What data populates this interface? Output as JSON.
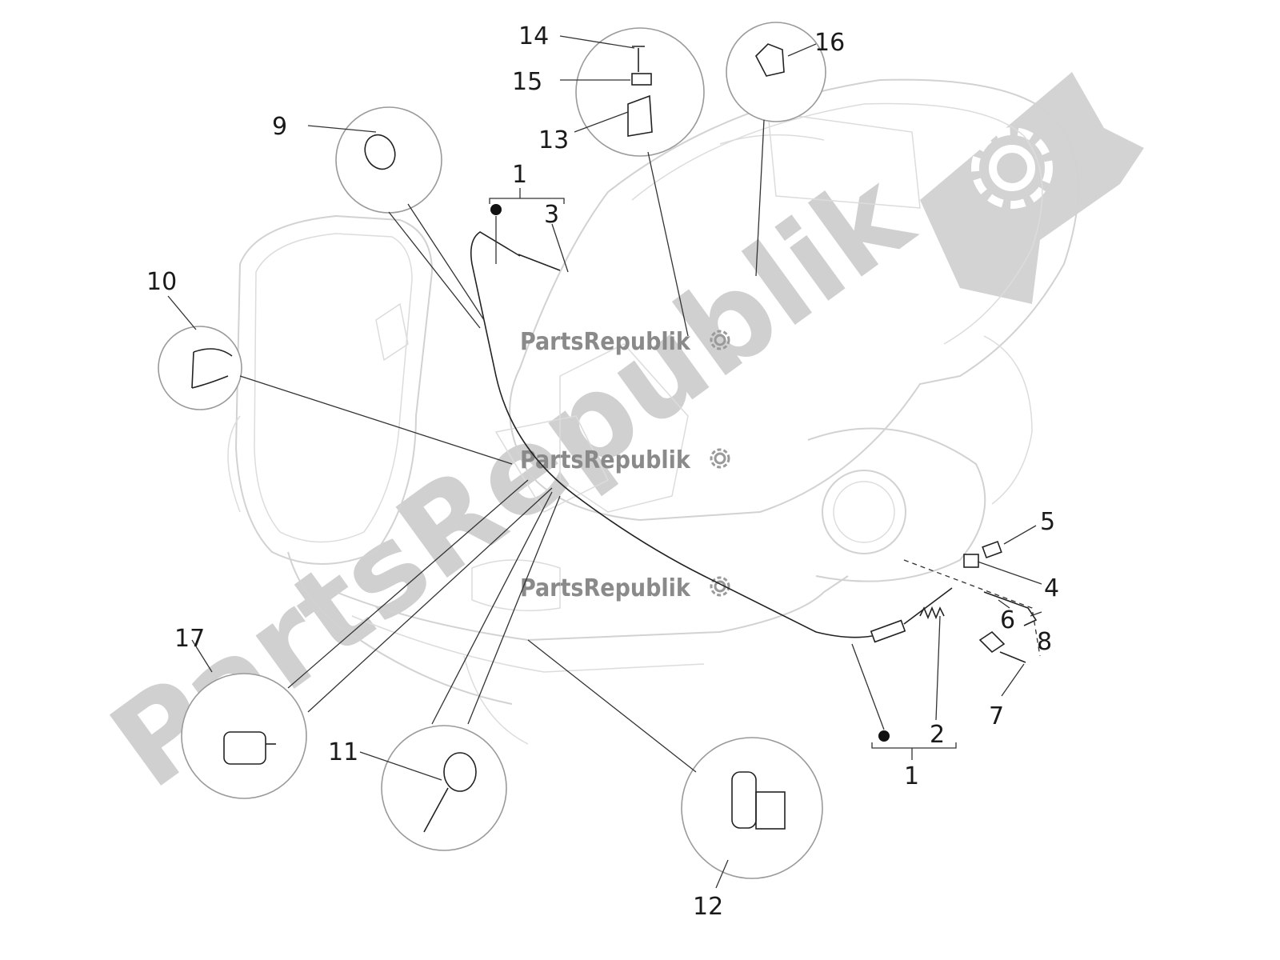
{
  "watermark": {
    "brand_small": "PartsRepublik",
    "brand_big": "PartsRepublik"
  },
  "callouts": {
    "c1_top": "1",
    "c3": "3",
    "c9": "9",
    "c10": "10",
    "c13": "13",
    "c14": "14",
    "c15": "15",
    "c16": "16",
    "c5": "5",
    "c4": "4",
    "c6": "6",
    "c8": "8",
    "c7": "7",
    "c2": "2",
    "c1_bottom": "1",
    "c17": "17",
    "c11": "11",
    "c12": "12"
  },
  "colors": {
    "watermark_gray": "#bfbfbf",
    "line": "#222222",
    "body_outline": "#d2d2d2"
  }
}
